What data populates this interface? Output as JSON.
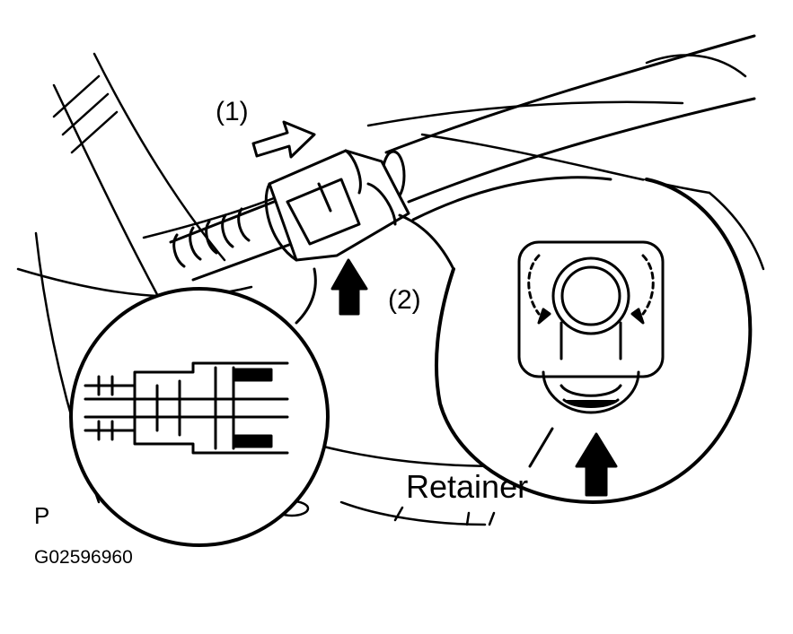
{
  "labels": {
    "step_1": "(1)",
    "step_2": "(2)",
    "retainer": "Retainer",
    "view_marker": "P",
    "figure_code": "G02596960"
  },
  "icons": {
    "push_arrow": "push-direction-arrow",
    "pull_arrow": "pull-direction-arrow"
  },
  "colors": {
    "ink": "#000000",
    "paper": "#ffffff"
  }
}
